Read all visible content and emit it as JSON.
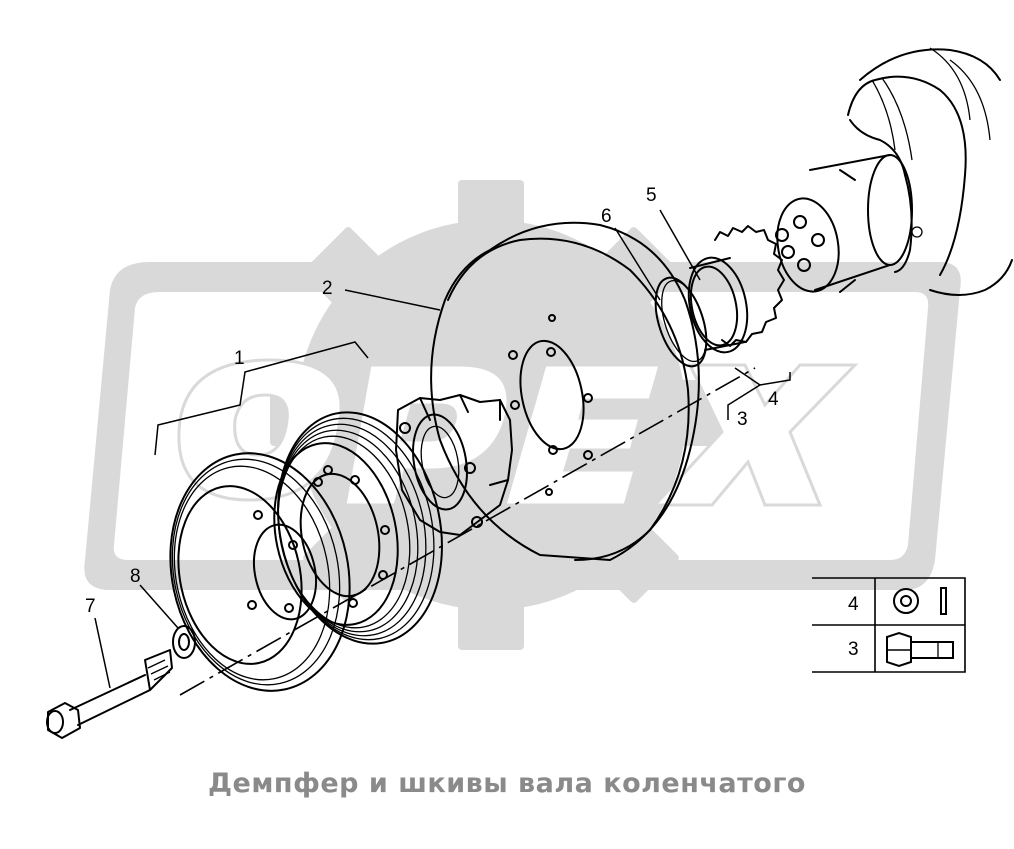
{
  "title": "Демпфер и шкивы вала коленчатого",
  "watermark": "OPEX",
  "callouts": [
    {
      "id": "callout-1",
      "text": "1"
    },
    {
      "id": "callout-2",
      "text": "2"
    },
    {
      "id": "callout-3",
      "text": "3"
    },
    {
      "id": "callout-4",
      "text": "4"
    },
    {
      "id": "callout-5",
      "text": "5"
    },
    {
      "id": "callout-6",
      "text": "6"
    },
    {
      "id": "callout-7",
      "text": "7"
    },
    {
      "id": "callout-8",
      "text": "8"
    }
  ],
  "legend": [
    {
      "number": "4",
      "icon": "washer-icon"
    },
    {
      "number": "3",
      "icon": "bolt-icon"
    }
  ],
  "colors": {
    "ink": "#000000",
    "watermark": "#d9d9d9",
    "caption": "#8a8a8a"
  }
}
